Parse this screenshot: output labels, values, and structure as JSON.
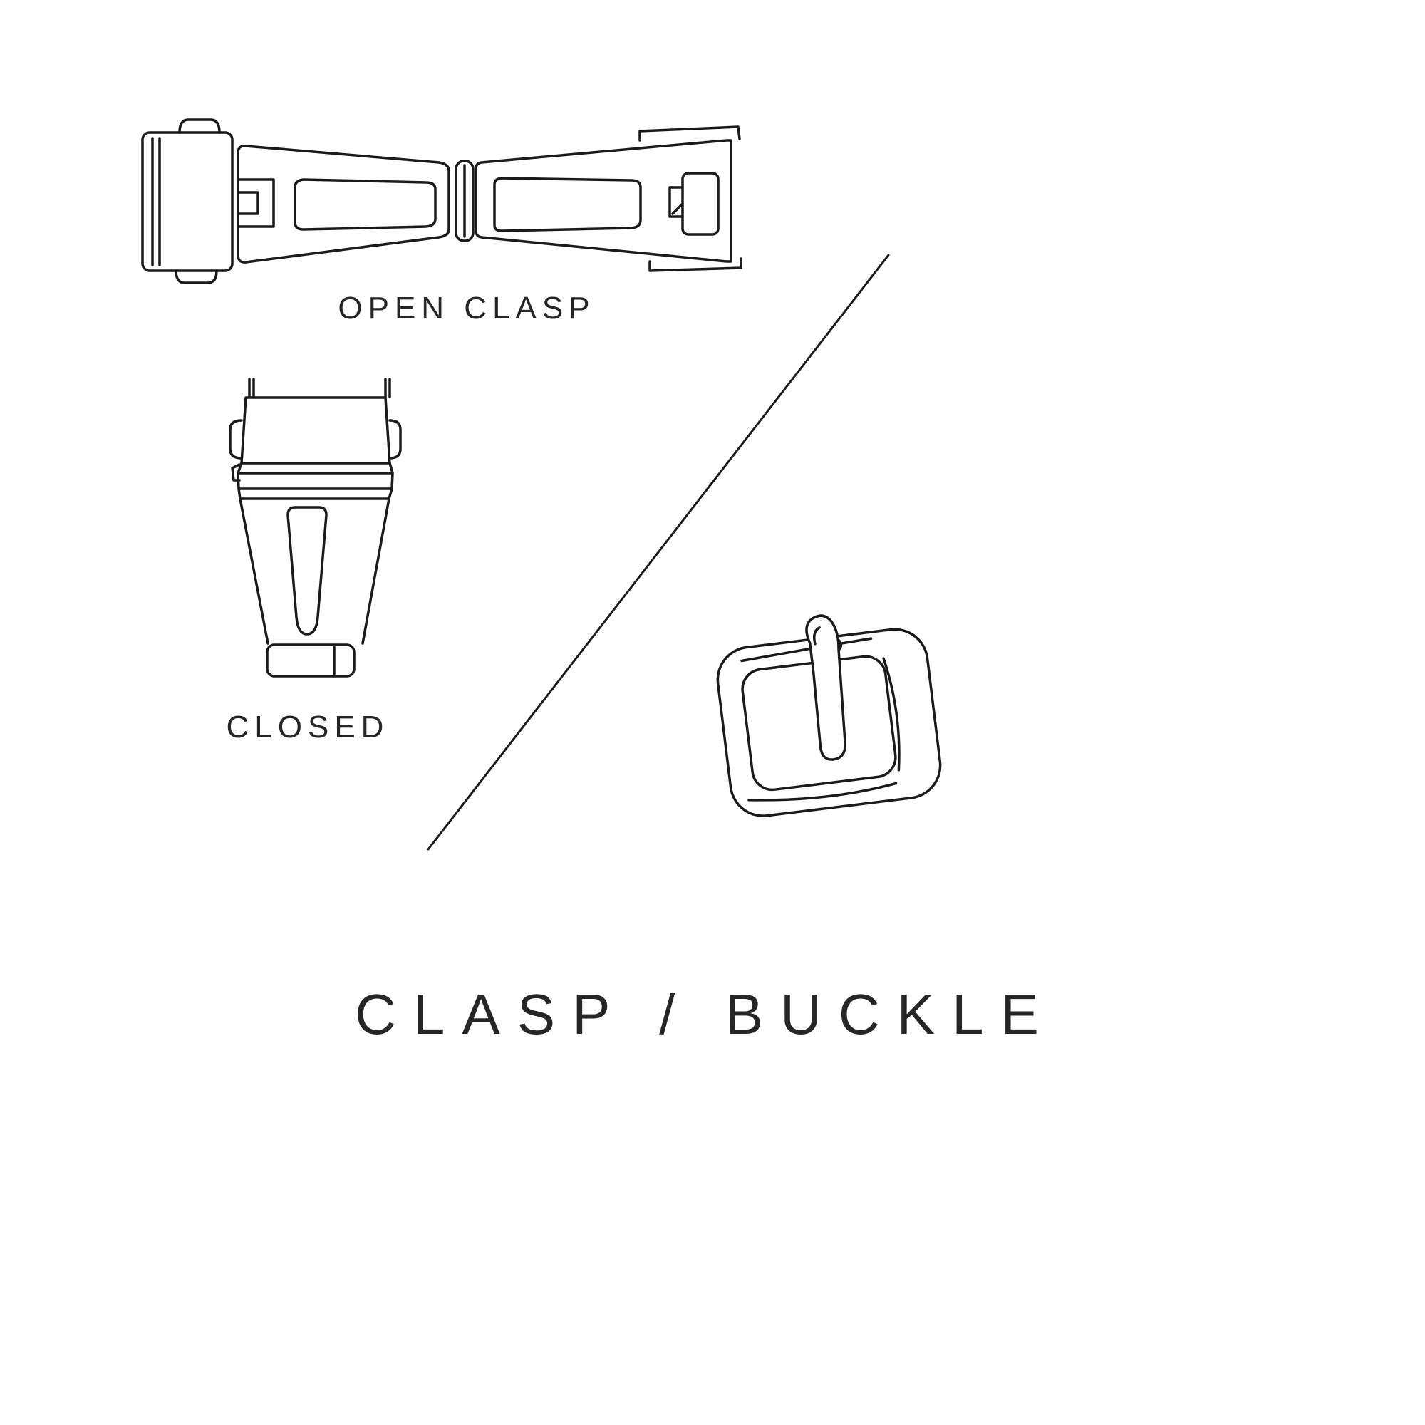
{
  "canvas": {
    "background": "#ffffff",
    "ink": "#1a1a1a",
    "text_color": "#262626"
  },
  "labels": {
    "open_clasp": "OPEN CLASP",
    "closed": "CLOSED",
    "title": "CLASP / BUCKLE"
  },
  "figures": [
    {
      "id": "open-clasp-illustration",
      "meaning": "watch deployant clasp shown open, top view line drawing"
    },
    {
      "id": "closed-clasp-illustration",
      "meaning": "watch clasp shown closed, top view line drawing"
    },
    {
      "id": "buckle-illustration",
      "meaning": "watch strap tang buckle, perspective line drawing"
    },
    {
      "id": "diagonal-divider",
      "meaning": "thin diagonal separator line between clasp figures and buckle figure"
    }
  ]
}
